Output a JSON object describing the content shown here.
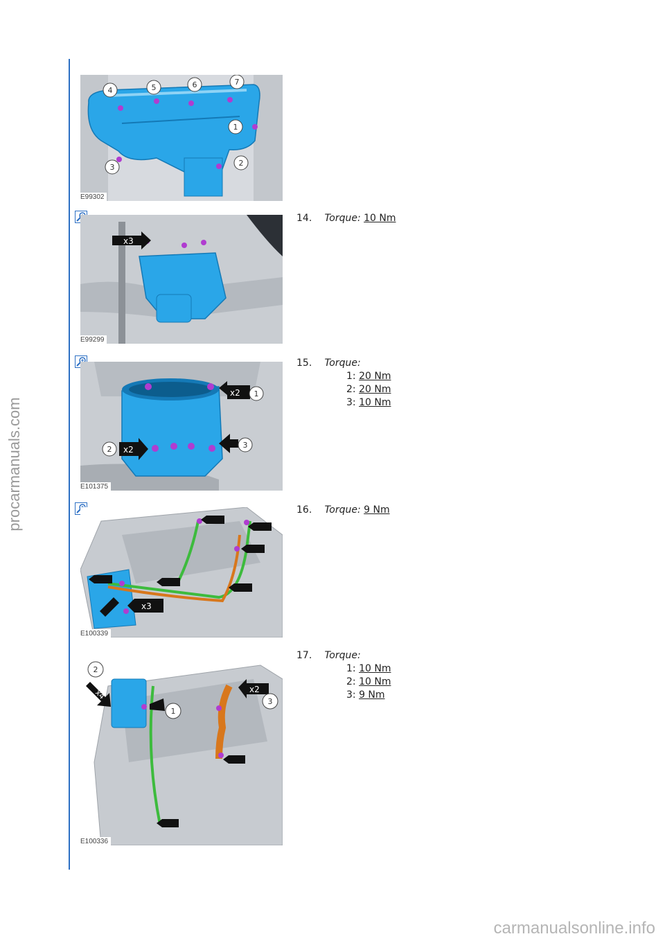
{
  "side_watermark": "procarmanuals.com",
  "footer_watermark": "carmanualsonline.info",
  "faint_footer": "",
  "figures": [
    {
      "code": "E99302",
      "callouts": [
        "1",
        "2",
        "3",
        "4",
        "5",
        "6",
        "7"
      ]
    },
    {
      "code": "E99299",
      "callouts": [
        "x3"
      ]
    },
    {
      "code": "E101375",
      "callouts": [
        "x2",
        "1",
        "2",
        "x2",
        "3"
      ]
    },
    {
      "code": "E100339",
      "callouts": [
        "x3"
      ]
    },
    {
      "code": "E100336",
      "callouts": [
        "2",
        "x4",
        "1",
        "x2",
        "3"
      ]
    }
  ],
  "steps": [
    {
      "number": "14.",
      "label": "Torque:",
      "value": "10 Nm"
    },
    {
      "number": "15.",
      "label": "Torque:",
      "items": [
        {
          "key": "1:",
          "value": "20 Nm"
        },
        {
          "key": "2:",
          "value": "20 Nm"
        },
        {
          "key": "3:",
          "value": "10 Nm"
        }
      ]
    },
    {
      "number": "16.",
      "label": "Torque:",
      "value": "9 Nm"
    },
    {
      "number": "17.",
      "label": "Torque:",
      "items": [
        {
          "key": "1:",
          "value": "10 Nm"
        },
        {
          "key": "2:",
          "value": "10 Nm"
        },
        {
          "key": "3:",
          "value": "9 Nm"
        }
      ]
    }
  ],
  "colors": {
    "accent_line": "#2c6fc4",
    "part_blue": "#2aa6e8",
    "bolt_purple": "#b03cd0",
    "harness_green": "#3dbb3d",
    "hose_orange": "#d8771c"
  }
}
